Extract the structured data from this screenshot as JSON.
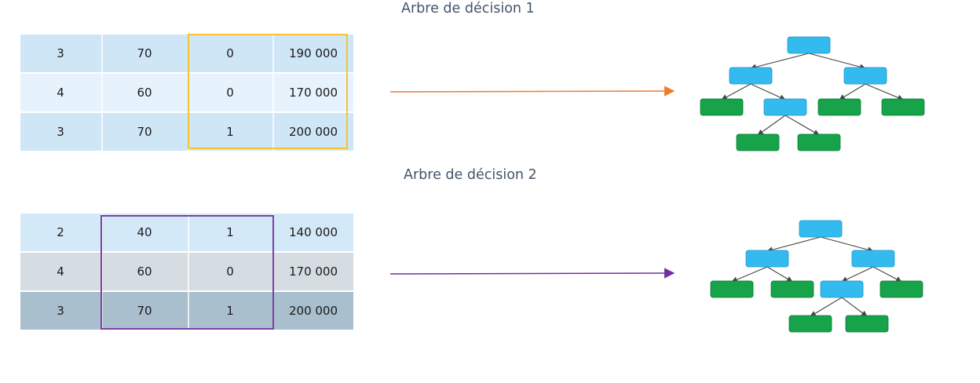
{
  "tree1": {
    "title": "Arbre de décision 1",
    "rows": [
      [
        "3",
        "70",
        "0",
        "190 000"
      ],
      [
        "4",
        "60",
        "0",
        "170 000"
      ],
      [
        "3",
        "70",
        "1",
        "200 000"
      ]
    ],
    "row_colors": [
      "#cfe6f7",
      "#e6f3fc",
      "#cfe6f7"
    ],
    "highlight_color": "#f5c430",
    "arrow_color": "#ed7d31"
  },
  "tree2": {
    "title": "Arbre de décision 2",
    "rows": [
      [
        "2",
        "40",
        "1",
        "140 000"
      ],
      [
        "4",
        "60",
        "0",
        "170 000"
      ],
      [
        "3",
        "70",
        "1",
        "200 000"
      ]
    ],
    "row_colors": [
      "#d4e9f7",
      "#d6dde2",
      "#a9bfcd"
    ],
    "highlight_color": "#7e3fa6",
    "arrow_color": "#7030a0"
  },
  "colors": {
    "node_split": "#33bbf0",
    "node_leaf": "#16a34a",
    "edge": "#444444"
  }
}
